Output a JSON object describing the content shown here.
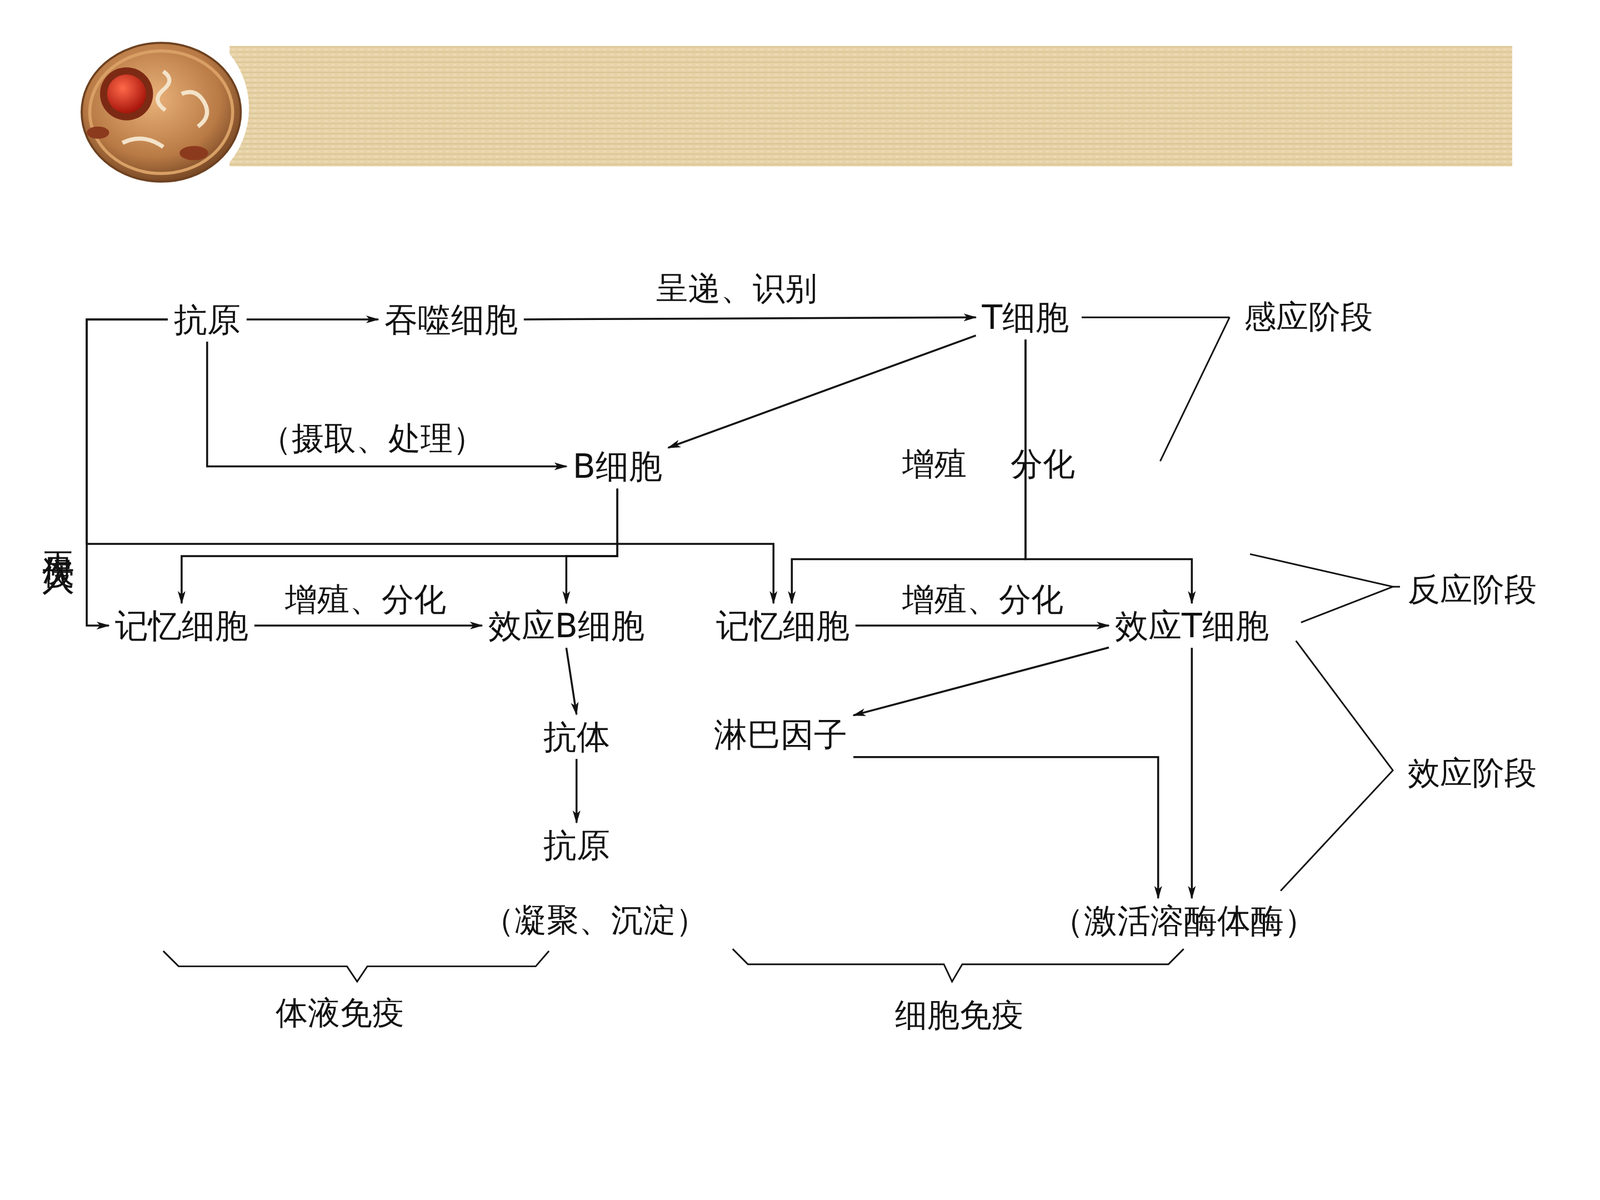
{
  "diagram": {
    "nodes": [
      {
        "text": [
          "抗原"
        ]
      },
      {
        "text": [
          "吞噬细胞"
        ]
      },
      {
        "text": [
          "T细胞"
        ]
      },
      {
        "text": [
          "B细胞"
        ]
      },
      {
        "text": [
          "记忆细胞"
        ]
      },
      {
        "text": [
          "效应B细胞"
        ]
      },
      {
        "text": [
          "记忆细胞"
        ]
      },
      {
        "text": [
          "效应T细胞"
        ]
      },
      {
        "text": [
          "抗体"
        ]
      },
      {
        "text": [
          "淋巴因子"
        ]
      },
      {
        "text": [
          "抗原"
        ]
      },
      {
        "text": [
          "（激活溶酶体酶）"
        ]
      }
    ],
    "edges": [
      {
        "from": 0,
        "to": 1,
        "arrow": "to"
      },
      {
        "from": 1,
        "to": 2,
        "label": "呈递、识别",
        "arrow": "to"
      },
      {
        "from": 0,
        "to": 3,
        "label": "（摄取、处理）",
        "arrow": "to"
      },
      {
        "from": 2,
        "to": 3,
        "arrow": "to"
      },
      {
        "from": 3,
        "to": 4,
        "arrow": "to"
      },
      {
        "from": 3,
        "to": 5,
        "arrow": "to"
      },
      {
        "from": 0,
        "to": 4,
        "arrow": "to"
      },
      {
        "from": 0,
        "to": 6,
        "arrow": "to"
      },
      {
        "from": 2,
        "to": 6,
        "arrow": "to"
      },
      {
        "from": 2,
        "to": 7,
        "arrow": "to"
      },
      {
        "from": 4,
        "to": 5,
        "label": "增殖、分化",
        "arrow": "to"
      },
      {
        "from": 6,
        "to": 7,
        "label": "增殖、分化",
        "arrow": "to"
      },
      {
        "from": 5,
        "to": 8,
        "arrow": "to"
      },
      {
        "from": 8,
        "to": 10,
        "arrow": "to"
      },
      {
        "from": 7,
        "to": 9,
        "arrow": "to"
      },
      {
        "from": 9,
        "to": 11,
        "arrow": "to"
      },
      {
        "from": 7,
        "to": 11,
        "arrow": "to"
      }
    ],
    "labels": [
      "感应阶段",
      "增殖",
      "分化",
      "再次侵入",
      "反应阶段",
      "效应阶段",
      "（凝聚、沉淀）",
      "体液免疫",
      "细胞免疫"
    ]
  }
}
